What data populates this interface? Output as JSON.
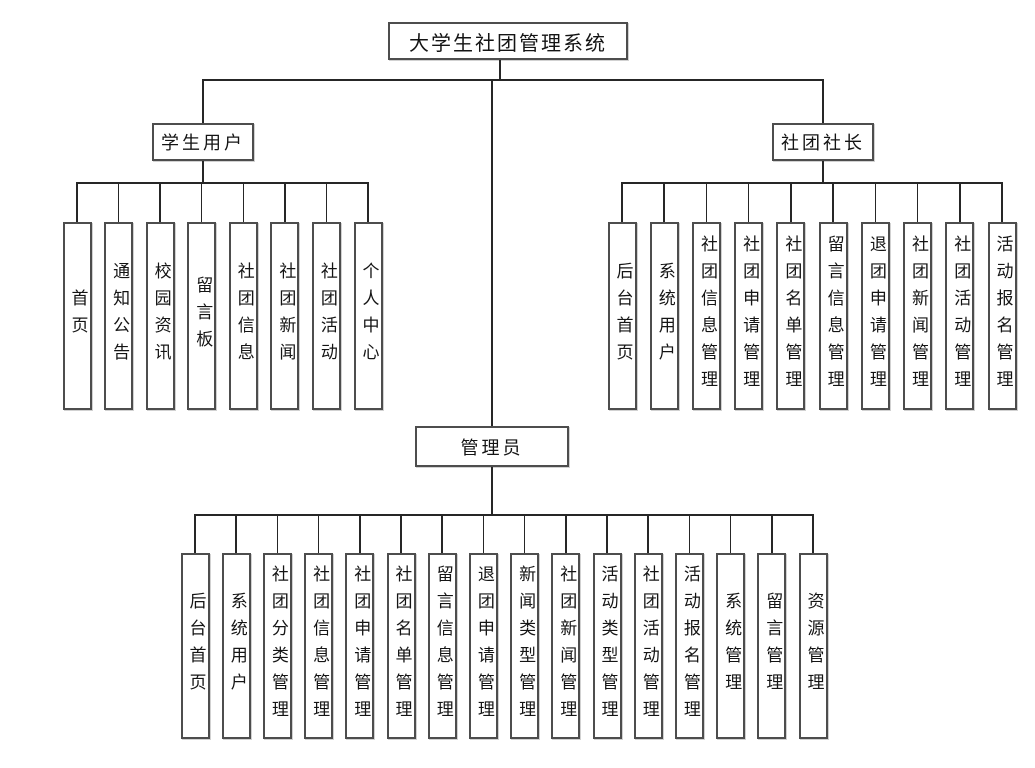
{
  "tree": {
    "root": "大学生社团管理系统",
    "branches": [
      {
        "label": "学生用户",
        "children": [
          "首页",
          "通知公告",
          "校园资讯",
          "留言板",
          "社团信息",
          "社团新闻",
          "社团活动",
          "个人中心"
        ]
      },
      {
        "label": "社团社长",
        "children": [
          "后台首页",
          "系统用户",
          "社团信息管理",
          "社团申请管理",
          "社团名单管理",
          "留言信息管理",
          "退团申请管理",
          "社团新闻管理",
          "社团活动管理",
          "活动报名管理"
        ]
      },
      {
        "label": "管理员",
        "children": [
          "后台首页",
          "系统用户",
          "社团分类管理",
          "社团信息管理",
          "社团申请管理",
          "社团名单管理",
          "留言信息管理",
          "退团申请管理",
          "新闻类型管理",
          "社团新闻管理",
          "活动类型管理",
          "社团活动管理",
          "活动报名管理",
          "系统管理",
          "留言管理",
          "资源管理"
        ]
      }
    ]
  },
  "colors": {
    "background": "#ffffff",
    "box_fill": "#ffffff",
    "box_border": "#4d4d4d",
    "line": "#262626",
    "text": "#141414"
  }
}
